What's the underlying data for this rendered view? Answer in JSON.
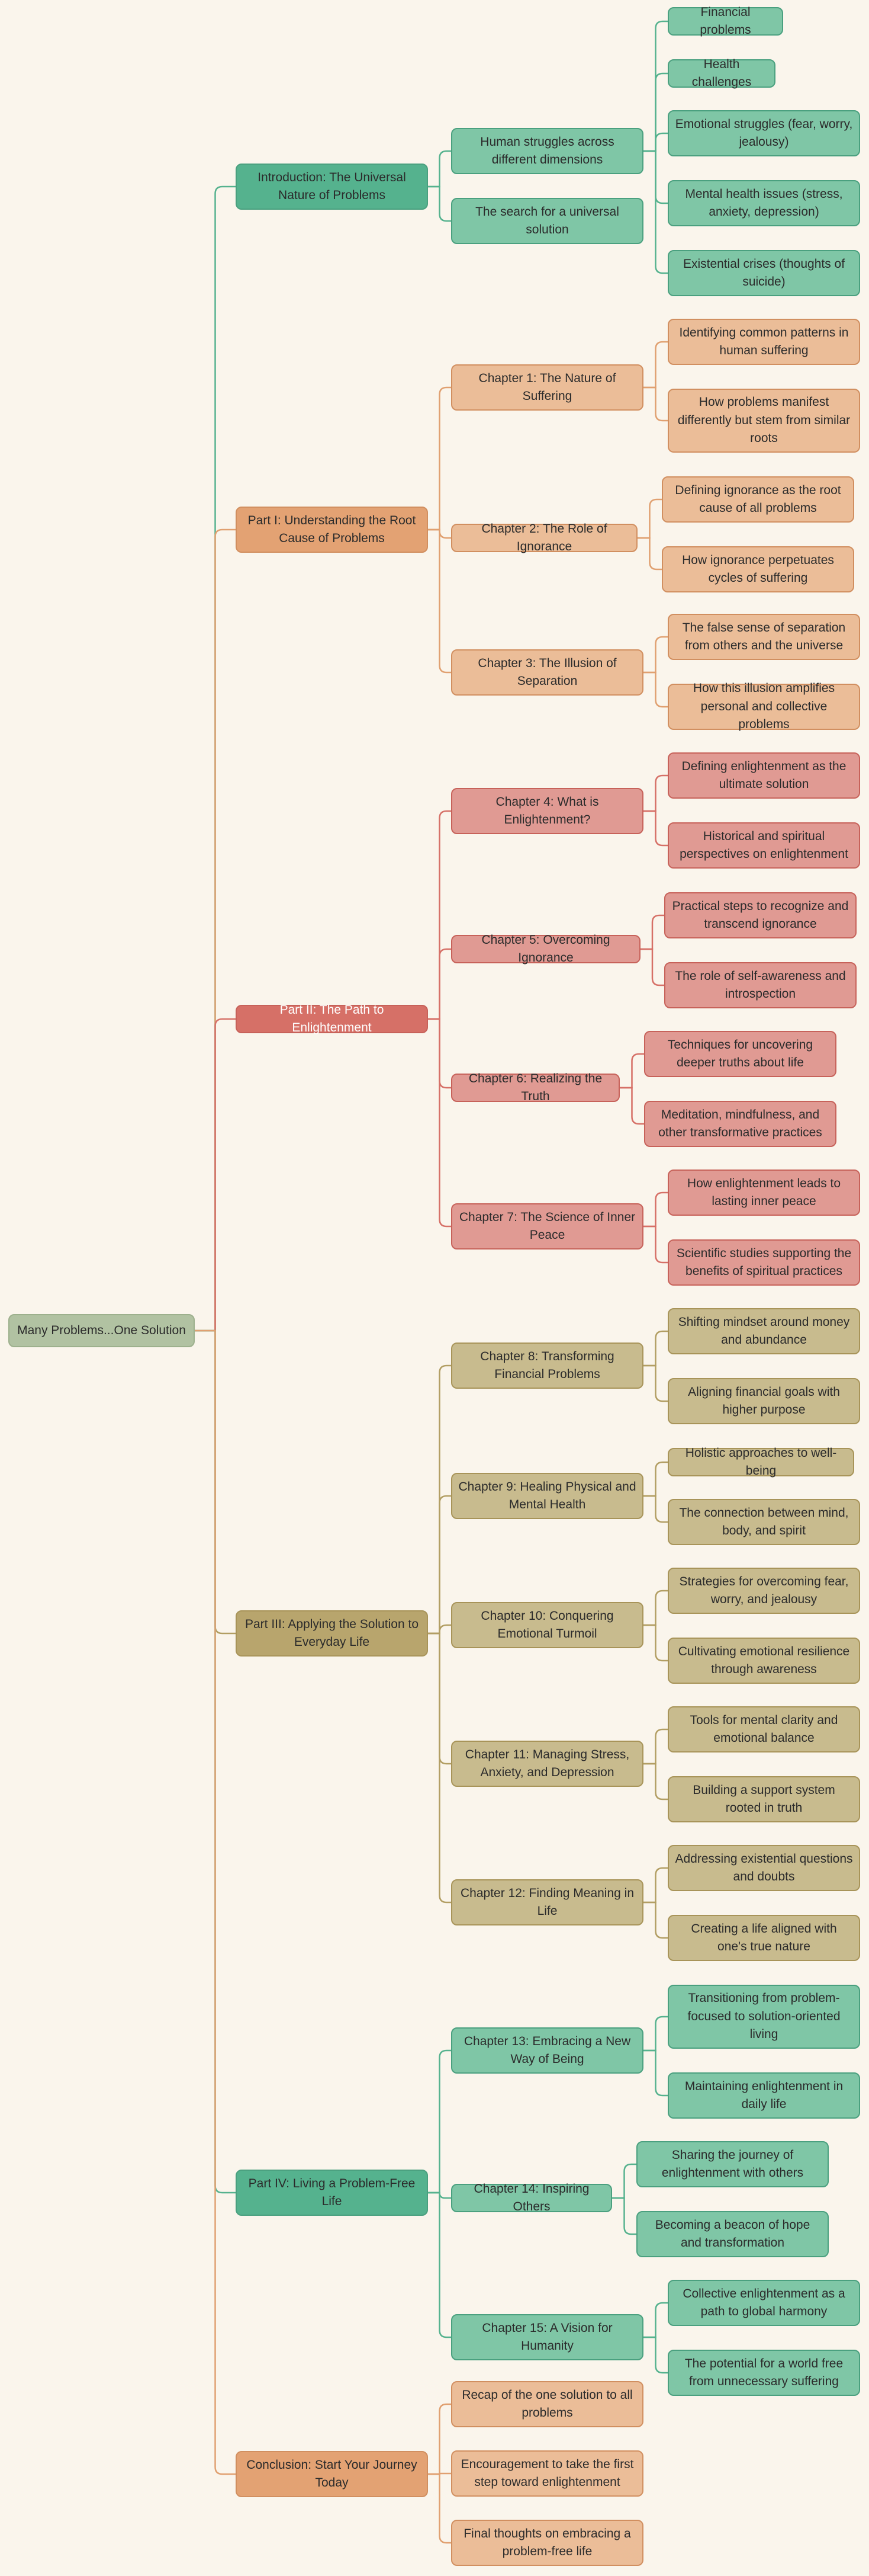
{
  "root": {
    "label": "Many Problems...One Solution"
  },
  "colors": {
    "green": {
      "branch": "#55b28e",
      "leaf": "#7fc6a6",
      "line": "#55b28e",
      "border": "#4aa07f"
    },
    "orange": {
      "branch": "#e3a273",
      "leaf": "#ebbd98",
      "line": "#e0a070",
      "border": "#d18f60"
    },
    "red": {
      "branch": "#d67067",
      "leaf": "#e09a93",
      "line": "#d67067",
      "border": "#c7625a",
      "text": "#ffffff"
    },
    "olive": {
      "branch": "#b8a56d",
      "leaf": "#c8bb8e",
      "line": "#b29e63",
      "border": "#a89459"
    }
  },
  "sections": [
    {
      "label": "Introduction: The Universal Nature of Problems",
      "color": "green",
      "children": [
        {
          "label": "Human struggles across different dimensions",
          "children": [
            "Financial problems",
            "Health challenges",
            "Emotional struggles (fear, worry, jealousy)",
            "Mental health issues (stress, anxiety, depression)",
            "Existential crises (thoughts of suicide)"
          ]
        },
        {
          "label": "The search for a universal solution",
          "children": []
        }
      ]
    },
    {
      "label": "Part I: Understanding the Root Cause of Problems",
      "color": "orange",
      "children": [
        {
          "label": "Chapter 1: The Nature of Suffering",
          "children": [
            "Identifying common patterns in human suffering",
            "How problems manifest differently but stem from similar roots"
          ]
        },
        {
          "label": "Chapter 2: The Role of Ignorance",
          "children": [
            "Defining ignorance as the root cause of all problems",
            "How ignorance perpetuates cycles of suffering"
          ]
        },
        {
          "label": "Chapter 3: The Illusion of Separation",
          "children": [
            "The false sense of separation from others and the universe",
            "How this illusion amplifies personal and collective problems"
          ]
        }
      ]
    },
    {
      "label": "Part II: The Path to Enlightenment",
      "color": "red",
      "children": [
        {
          "label": "Chapter 4: What is Enlightenment?",
          "children": [
            "Defining enlightenment as the ultimate solution",
            "Historical and spiritual perspectives on enlightenment"
          ]
        },
        {
          "label": "Chapter 5: Overcoming Ignorance",
          "children": [
            "Practical steps to recognize and transcend ignorance",
            "The role of self-awareness and introspection"
          ]
        },
        {
          "label": "Chapter 6: Realizing the Truth",
          "children": [
            "Techniques for uncovering deeper truths about life",
            "Meditation, mindfulness, and other transformative practices"
          ]
        },
        {
          "label": "Chapter 7: The Science of Inner Peace",
          "children": [
            "How enlightenment leads to lasting inner peace",
            "Scientific studies supporting the benefits of spiritual practices"
          ]
        }
      ]
    },
    {
      "label": "Part III: Applying the Solution to Everyday Life",
      "color": "olive",
      "children": [
        {
          "label": "Chapter 8: Transforming Financial Problems",
          "children": [
            "Shifting mindset around money and abundance",
            "Aligning financial goals with higher purpose"
          ]
        },
        {
          "label": "Chapter 9: Healing Physical and Mental Health",
          "children": [
            "Holistic approaches to well-being",
            "The connection between mind, body, and spirit"
          ]
        },
        {
          "label": "Chapter 10: Conquering Emotional Turmoil",
          "children": [
            "Strategies for overcoming fear, worry, and jealousy",
            "Cultivating emotional resilience through awareness"
          ]
        },
        {
          "label": "Chapter 11: Managing Stress, Anxiety, and Depression",
          "children": [
            "Tools for mental clarity and emotional balance",
            "Building a support system rooted in truth"
          ]
        },
        {
          "label": "Chapter 12: Finding Meaning in Life",
          "children": [
            "Addressing existential questions and doubts",
            "Creating a life aligned with one's true nature"
          ]
        }
      ]
    },
    {
      "label": "Part IV: Living a Problem-Free Life",
      "color": "green",
      "children": [
        {
          "label": "Chapter 13: Embracing a New Way of Being",
          "children": [
            "Transitioning from problem-focused to solution-oriented living",
            "Maintaining enlightenment in daily life"
          ]
        },
        {
          "label": "Chapter 14: Inspiring Others",
          "children": [
            "Sharing the journey of enlightenment with others",
            "Becoming a beacon of hope and transformation"
          ]
        },
        {
          "label": "Chapter 15: A Vision for Humanity",
          "children": [
            "Collective enlightenment as a path to global harmony",
            "The potential for a world free from unnecessary suffering"
          ]
        }
      ]
    },
    {
      "label": "Conclusion: Start Your Journey Today",
      "color": "orange",
      "children": [
        {
          "label": "Recap of the one solution to all problems",
          "children": []
        },
        {
          "label": "Encouragement to take the first step toward enlightenment",
          "children": []
        },
        {
          "label": "Final thoughts on embracing a problem-free life",
          "children": []
        }
      ]
    }
  ]
}
